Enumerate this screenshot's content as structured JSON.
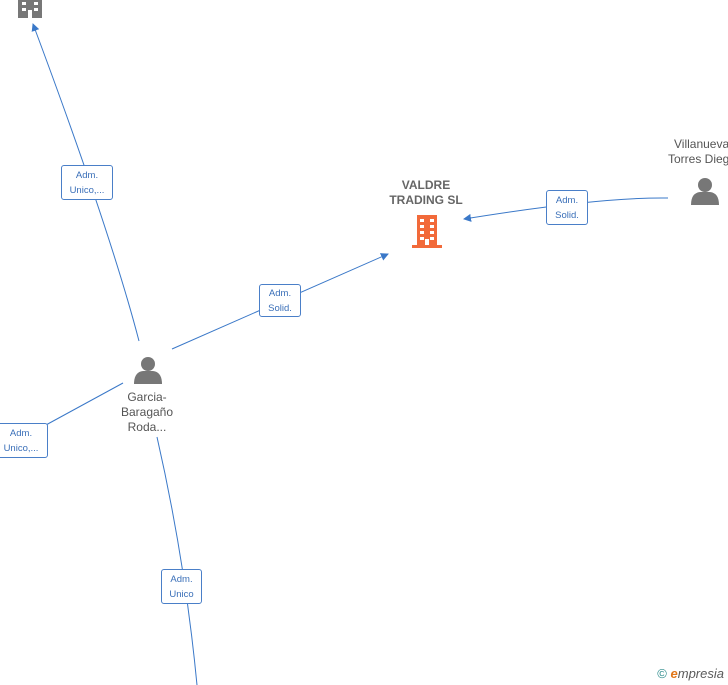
{
  "nodes": {
    "valdre": {
      "line1": "VALDRE",
      "line2": "TRADING  SL",
      "type": "company",
      "color": "#f26a3a"
    },
    "garcia": {
      "line1": "Garcia-",
      "line2": "Baragaño",
      "line3": "Roda...",
      "type": "person"
    },
    "villanueva": {
      "line1": "Villanueva",
      "line2": "Torres Dieg",
      "type": "person"
    },
    "top_company": {
      "type": "company",
      "color": "#777777"
    }
  },
  "edges": {
    "garcia_to_valdre": {
      "line1": "Adm.",
      "line2": "Solid."
    },
    "villanueva_to_valdre": {
      "line1": "Adm.",
      "line2": "Solid."
    },
    "garcia_to_top": {
      "line1": "Adm.",
      "line2": "Unico,..."
    },
    "garcia_to_left": {
      "line1": "Adm.",
      "line2": "Unico,..."
    },
    "garcia_to_bottom": {
      "line1": "Adm.",
      "line2": "Unico"
    }
  },
  "colors": {
    "edge": "#3a78c8",
    "person_icon": "#777777",
    "company_main": "#f26a3a"
  },
  "footer": {
    "copyright": "©",
    "brand_initial": "e",
    "brand_rest": "mpresia"
  }
}
